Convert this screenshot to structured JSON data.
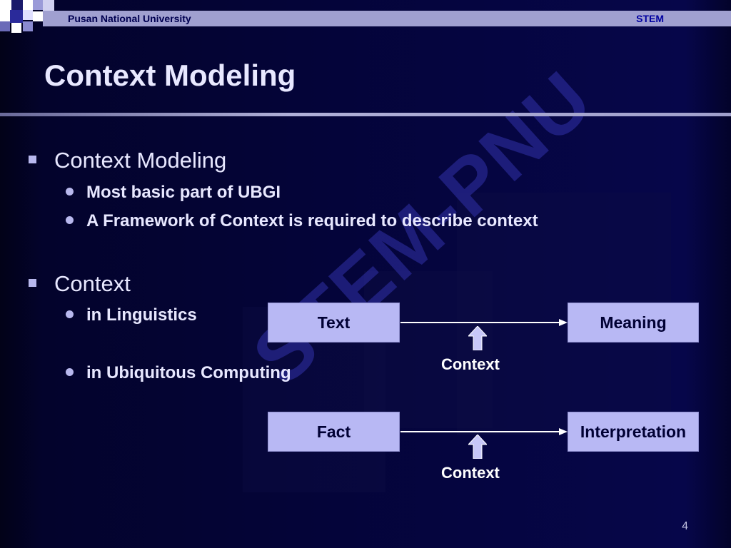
{
  "header": {
    "university": "Pusan National University",
    "group": "STEM"
  },
  "slide": {
    "title": "Context Modeling",
    "page_number": "4",
    "watermark": "STEM-PNU"
  },
  "bullets": [
    {
      "text": "Context Modeling",
      "sub": [
        "Most basic part of UBGI",
        "A Framework of Context is required to describe context"
      ]
    },
    {
      "text": "Context",
      "sub": [
        "in Linguistics",
        "in Ubiquitous Computing"
      ]
    }
  ],
  "diagrams": [
    {
      "from": "Text",
      "to": "Meaning",
      "via": "Context"
    },
    {
      "from": "Fact",
      "to": "Interpretation",
      "via": "Context"
    }
  ],
  "colors": {
    "background": "#03032c",
    "box_fill": "#b8b8f4",
    "header_bar": "#a0a0d0",
    "text": "#e8e8ff"
  }
}
